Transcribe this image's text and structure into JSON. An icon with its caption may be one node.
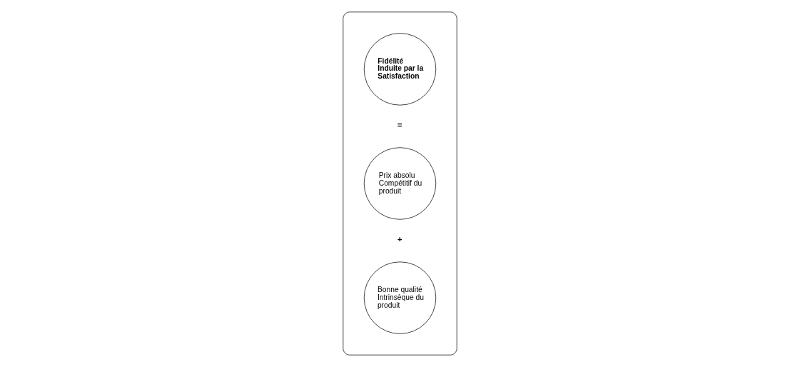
{
  "diagram": {
    "nodes": [
      {
        "text": [],
        "shape": "box"
      },
      {
        "text": [
          "Bonne qualité Intrinsèque du produit"
        ],
        "in": 0
      },
      {
        "text": [
          "Prix absolu Compétitif du produit"
        ],
        "in": 0
      },
      {
        "text": [
          "Fidélité Induite par la Satisfaction"
        ],
        "in": 0
      }
    ],
    "labels": [
      "+",
      "="
    ]
  }
}
